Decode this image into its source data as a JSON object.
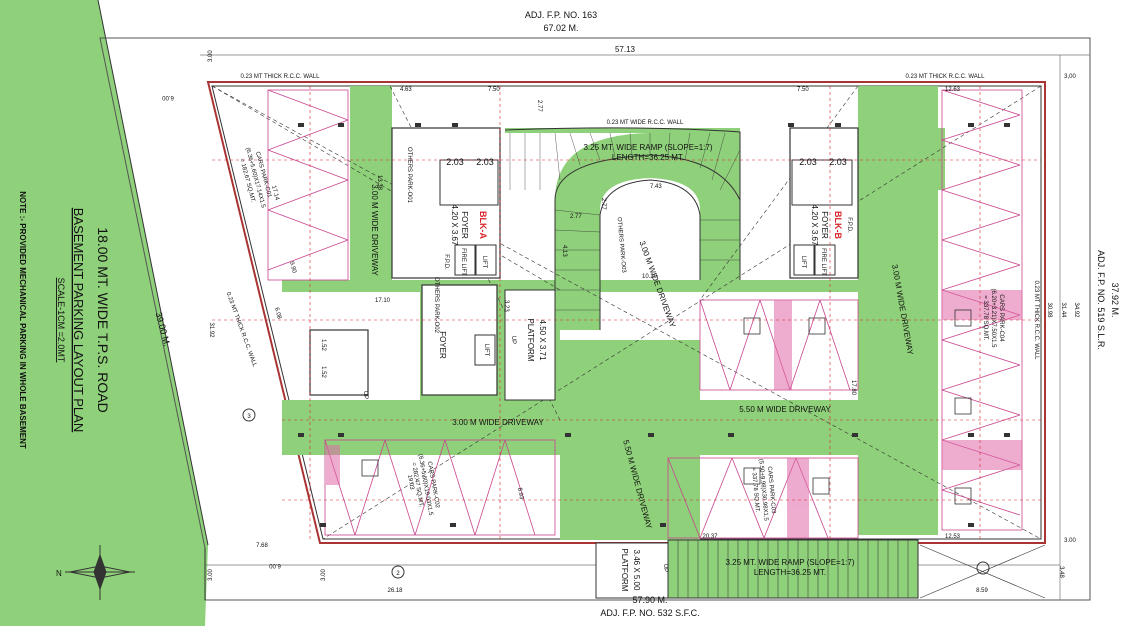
{
  "title": {
    "road": "18.00 MT. WIDE T.P.S. ROAD",
    "plan": "BASEMENT PARKING LAYOUT PLAN",
    "scale": "SCALE-1CM =2.0MT",
    "note": "NOTE :- PROVIDED MECHANICAL PARKING IN WHOLE BASEMENT"
  },
  "adjacent": {
    "top": "ADJ. F.P. NO. 163",
    "right": "ADJ. F.P. NO. 519 S.L.R.",
    "bottom": "ADJ. F.P. NO. 532 S.F.C."
  },
  "dimensions": {
    "top_total": "67.02 M.",
    "top_inner": "57.13",
    "right_total": "37.92 M.",
    "right_a": "31.44",
    "right_b": "34.92",
    "right_c": "30.98",
    "bottom_total": "57.90 M.",
    "left_road": "39.00 M.",
    "left_inner": "31.92",
    "bottom_left": "26.18",
    "bottom_right": "8.59",
    "bottom_mid": "20.37",
    "bottom_start": "7.68",
    "bottom_3a": "3.00",
    "bottom_3b": "3.00",
    "right_348": "3.48",
    "corner_300": "3,00",
    "corner_300b": "3.00",
    "corner_300c": "3.00",
    "left_600": "6.00",
    "left_600b": "6.00",
    "top_463": "4.63",
    "top_750a": "7.50",
    "top_750b": "7.50",
    "top_1263": "12.63",
    "bottom_1253": "12.53"
  },
  "labels": {
    "rcc_wall_top_left": "0.23 MT THICK R.C.C. WALL",
    "rcc_wall_top_right": "0.23 MT THICK R.C.C. WALL",
    "rcc_wall_inner": "0.23 MT WIDE R.C.C. WALL",
    "rcc_wall_left": "0.23 MT THICK R.C.C. WALL",
    "rcc_wall_right": "0.23 MT THICK R.C.C. WALL",
    "ramp_top": "3.25 MT. WIDE RAMP (SLOPE=1:7)",
    "ramp_top_len": "LENGTH=36.25 MT.",
    "ramp_bottom": "3.25 MT. WIDE RAMP (SLOPE=1:7)",
    "ramp_bottom_len": "LENGTH=36.25 MT.",
    "drive_left": "3.00 M WIDE DRIVEWAY",
    "drive_center": "3.00 M WIDE DRIVEWAY",
    "drive_horiz_left": "3.00 M WIDE DRIVEWAY",
    "drive_horiz_right": "5.50 M WIDE DRIVEWAY",
    "drive_center_vert": "5.50 M WIDE DRIVEWAY",
    "drive_right_vert": "3.00 M WIDE DRIVEWAY",
    "platform_center": "PLATFORM",
    "platform_center_dim": "4.50 X 3.71",
    "platform_bottom": "PLATFORM",
    "platform_bottom_dim": "3.46 X 5.00",
    "foyer_a": "FOYER",
    "foyer_a_dim": "4.20 X 3.67",
    "foyer_b": "FOYER",
    "foyer_b_dim": "4.20 X 3.67",
    "foyer_c": "FOYER",
    "lift": "LIFT",
    "fire_lift": "FIRE LIFT",
    "fpd": "F.P.D.",
    "blk_a": "BLK-A",
    "blk_b": "BLK-B",
    "up": "UP",
    "stair_203a": "2.03",
    "stair_203b": "2.03",
    "stair_203c": "2.03",
    "stair_203d": "2.03",
    "stair_152a": "1.52",
    "stair_152b": "1.52",
    "park_c01": "CARS PARK-C01",
    "park_c01_dim": "(6.36+5.60)X17.14X1.5",
    "park_c01_area": "= 182.67 SQ.MT.",
    "park_c02": "CARS PARK-C02",
    "park_c02_dim": "(6.36+5.60)X19.03X1.5",
    "park_c02_area": "= 282.47 SQ.MT.",
    "park_c03": "CARS PARK-C03",
    "park_c03_dim": "(5.50+9.98)X30.98X1.5",
    "park_c03_area": "= 337.78 SQ.MT.",
    "park_c04": "CARS PARK-C04",
    "park_c04_dim": "(6.20+3.21)X7.50X1.5",
    "park_c04_area": "= 337.78 SQ.MT.",
    "others_park_01": "OTHERS PARK-O01",
    "others_park_02": "OTHERS PARK-O02",
    "others_park_03": "OTHERS PARK-O03",
    "val_1338": "13.38",
    "val_1710": "17.10",
    "val_743": "7.43",
    "val_1020": "10.20",
    "val_413": "4.13",
    "val_277a": "2.77",
    "val_277b": "2.77",
    "val_277c": "2.77",
    "val_323": "3.23",
    "val_1780": "17.80",
    "val_1903": "19.03",
    "val_893": "8.93",
    "val_1714": "17.14",
    "val_608": "6.08",
    "val_990": "9.90",
    "node_3": "3",
    "node_2": "2",
    "north": "N"
  },
  "colors": {
    "green": "#8fd07a",
    "pink": "#c8458e",
    "red": "#d8232a",
    "wall": "#3a3a3a"
  }
}
